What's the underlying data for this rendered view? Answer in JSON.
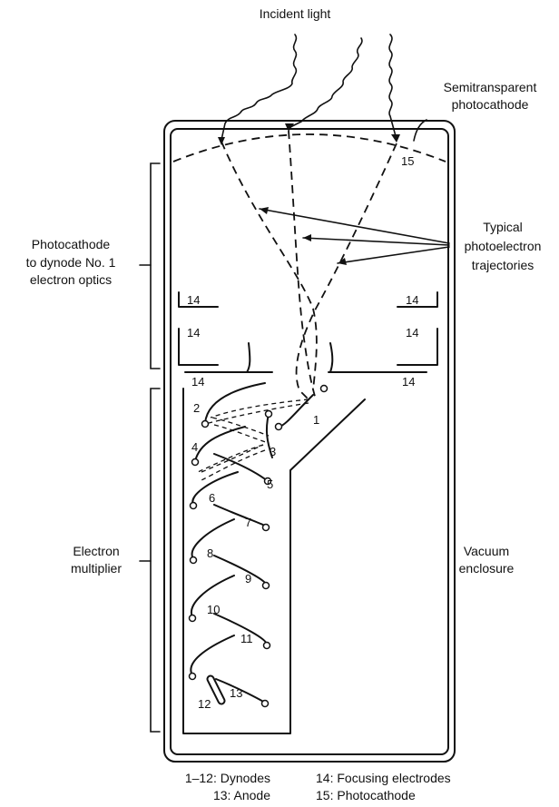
{
  "labels": {
    "incident_light": "Incident light",
    "semitransparent_1": "Semitransparent",
    "semitransparent_2": "photocathode",
    "typical_1": "Typical",
    "typical_2": "photoelectron",
    "typical_3": "trajectories",
    "pc_optics_1": "Photocathode",
    "pc_optics_2": "to dynode No. 1",
    "pc_optics_3": "electron optics",
    "multiplier_1": "Electron",
    "multiplier_2": "multiplier",
    "vacuum_1": "Vacuum",
    "vacuum_2": "enclosure"
  },
  "numbers": {
    "d1": "1",
    "d2": "2",
    "d3": "3",
    "d4": "4",
    "d5": "5",
    "d6": "6",
    "d7": "7",
    "d8": "8",
    "d9": "9",
    "d10": "10",
    "d11": "11",
    "d12": "12",
    "anode": "13",
    "focus_a": "14",
    "focus_b": "14",
    "focus_c": "14",
    "focus_d": "14",
    "focus_e": "14",
    "focus_f": "14",
    "photocathode": "15"
  },
  "legend": {
    "row1_left": "1–12: Dynodes",
    "row1_right": "14: Focusing electrodes",
    "row2_left": "13: Anode",
    "row2_right": "15: Photocathode"
  }
}
